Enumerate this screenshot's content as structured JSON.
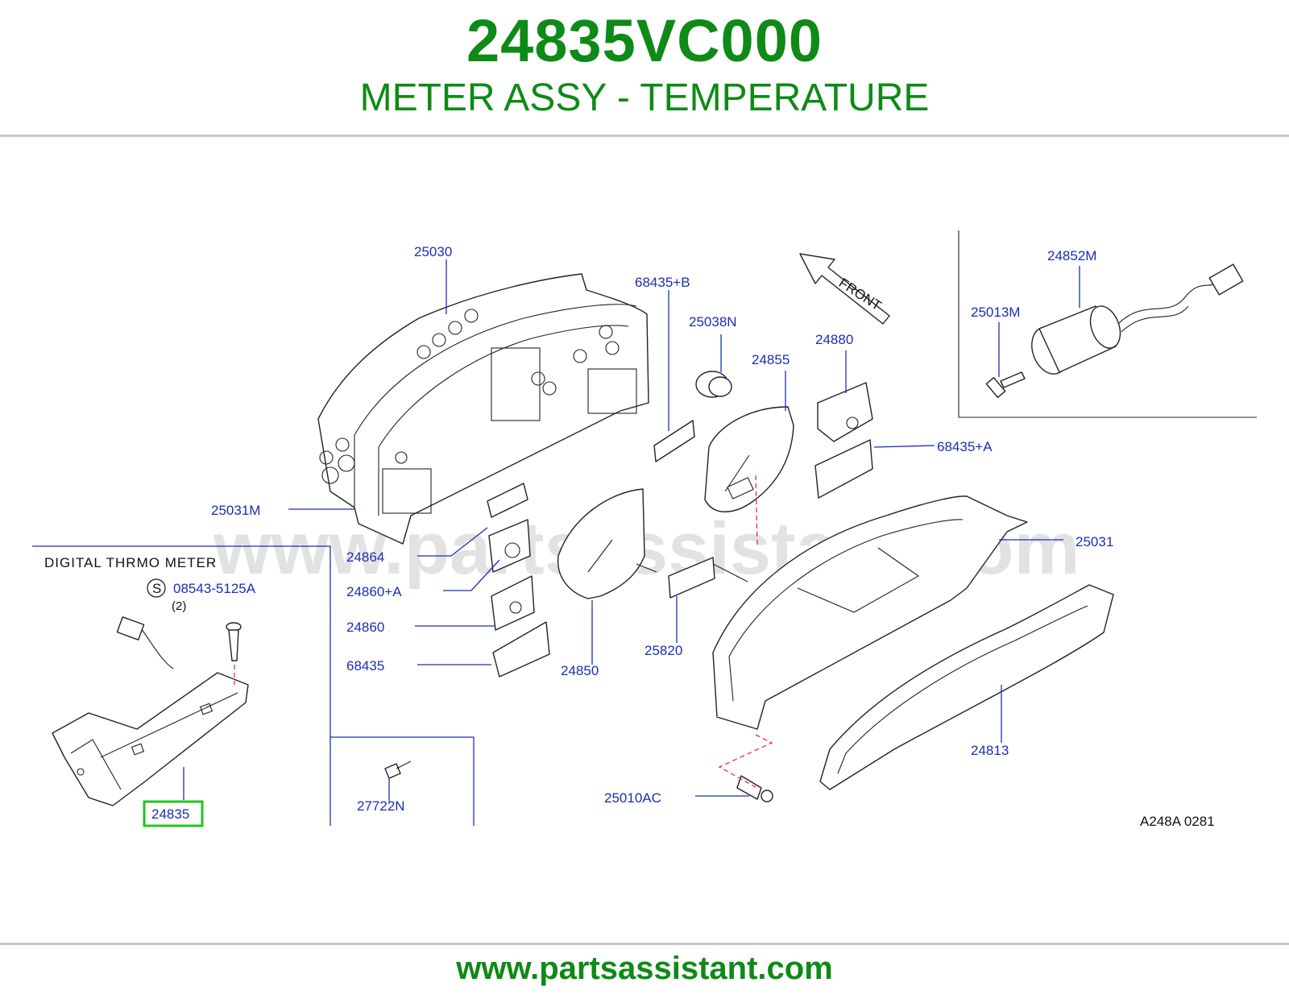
{
  "header": {
    "part_number": "24835VC000",
    "title": "METER ASSY - TEMPERATURE"
  },
  "diagram": {
    "inset_title": "DIGITAL  THRMO  METER",
    "screw_symbol": "S",
    "screw_part": "08543-5125A",
    "screw_qty": "(2)",
    "front_label": "FRONT",
    "drawing_code": "A248A   0281",
    "watermark": "www.partsassistant.com",
    "highlight_color": "#22c41e",
    "label_color": "#1a2fb0",
    "parts": {
      "p25030": "25030",
      "p68435B": "68435+B",
      "p25038N": "25038N",
      "p24855": "24855",
      "p24880": "24880",
      "p24852M": "24852M",
      "p25013M": "25013M",
      "p68435A": "68435+A",
      "p25031M": "25031M",
      "p25031": "25031",
      "p24864": "24864",
      "p24860A": "24860+A",
      "p24860": "24860",
      "p68435": "68435",
      "p24850": "24850",
      "p25820": "25820",
      "p24813": "24813",
      "p25010AC": "25010AC",
      "p27722N": "27722N",
      "p24835": "24835"
    }
  },
  "footer": {
    "url": "www.partsassistant.com"
  }
}
